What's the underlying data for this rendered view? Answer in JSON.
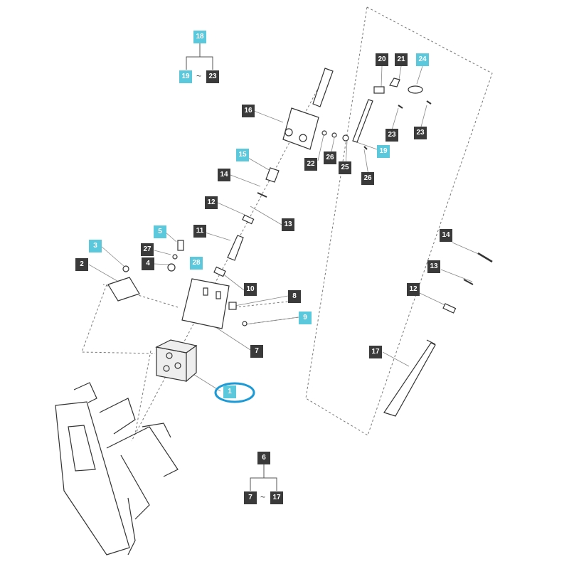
{
  "colors": {
    "dark_label_bg": "#3a3a3a",
    "accent_label_bg": "#5bc8dc",
    "highlight_ring": "#1a9ad6",
    "line": "#666666"
  },
  "group_header_top": {
    "parent": "18",
    "from": "19",
    "sep": "~",
    "to": "23"
  },
  "group_header_bottom": {
    "parent": "6",
    "from": "7",
    "sep": "~",
    "to": "17"
  },
  "highlighted_part": "1",
  "callouts": {
    "c1": "1",
    "c2": "2",
    "c3": "3",
    "c4": "4",
    "c5": "5",
    "c7": "7",
    "c8": "8",
    "c9": "9",
    "c10": "10",
    "c11": "11",
    "c12a": "12",
    "c12b": "12",
    "c13a": "13",
    "c13b": "13",
    "c14a": "14",
    "c14b": "14",
    "c15": "15",
    "c16": "16",
    "c17": "17",
    "c19": "19",
    "c20": "20",
    "c21": "21",
    "c22": "22",
    "c23a": "23",
    "c23b": "23",
    "c24": "24",
    "c25": "25",
    "c26a": "26",
    "c26b": "26",
    "c27": "27",
    "c28": "28"
  }
}
